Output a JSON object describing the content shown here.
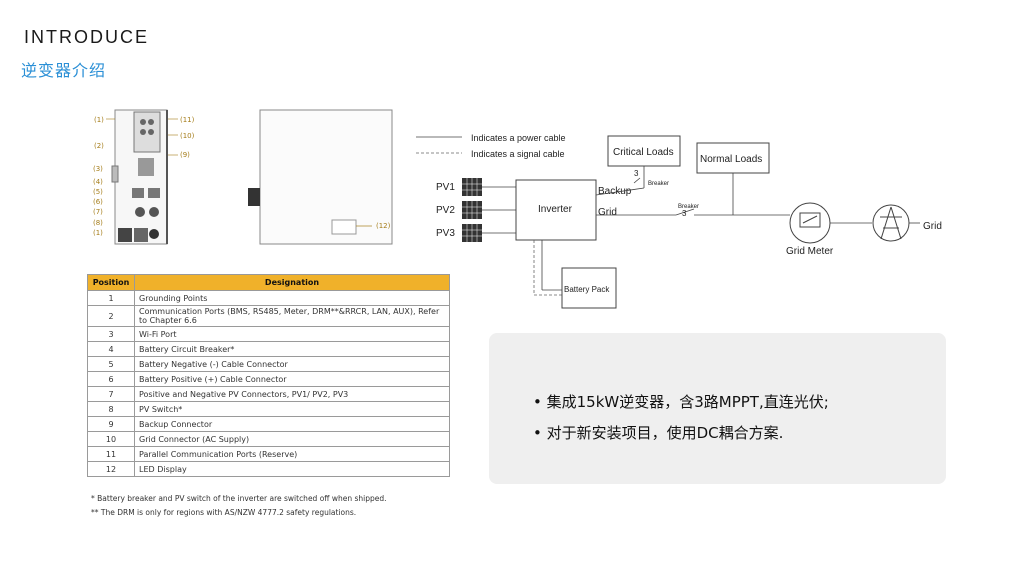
{
  "header": {
    "title_en": "INTRODUCE",
    "title_cn": "逆变器介绍"
  },
  "device_callouts": [
    "(1)",
    "(2)",
    "(3)",
    "(4)",
    "(5)",
    "(6)",
    "(7)",
    "(8)",
    "(1)",
    "(11)",
    "(10)",
    "(9)",
    "(12)"
  ],
  "table": {
    "headers": [
      "Position",
      "Designation"
    ],
    "rows": [
      [
        "1",
        "Grounding Points"
      ],
      [
        "2",
        "Communication Ports (BMS, RS485, Meter, DRM**&RRCR, LAN, AUX), Refer to Chapter 6.6"
      ],
      [
        "3",
        "Wi-Fi Port"
      ],
      [
        "4",
        "Battery Circuit Breaker*"
      ],
      [
        "5",
        "Battery Negative (-) Cable Connector"
      ],
      [
        "6",
        "Battery Positive (+) Cable Connector"
      ],
      [
        "7",
        "Positive and Negative PV Connectors, PV1/ PV2, PV3"
      ],
      [
        "8",
        "PV Switch*"
      ],
      [
        "9",
        "Backup Connector"
      ],
      [
        "10",
        "Grid Connector (AC Supply)"
      ],
      [
        "11",
        "Parallel Communication Ports (Reserve)"
      ],
      [
        "12",
        "LED Display"
      ]
    ],
    "footnotes": [
      "* Battery breaker and PV switch of the inverter are switched off when shipped.",
      "** The DRM is only for regions with AS/NZW 4777.2 safety regulations."
    ]
  },
  "diagram": {
    "legend_power": "Indicates a power cable",
    "legend_signal": "Indicates a signal cable",
    "pv1": "PV1",
    "pv2": "PV2",
    "pv3": "PV3",
    "inverter": "Inverter",
    "backup": "Backup",
    "grid_port": "Grid",
    "critical_loads": "Critical Loads",
    "normal_loads": "Normal Loads",
    "breaker1": "Breaker",
    "breaker2": "Breaker",
    "breaker_num1": "3",
    "breaker_num2": "3",
    "grid_meter": "Grid Meter",
    "grid": "Grid",
    "battery_pack": "Battery Pack"
  },
  "info": {
    "bullets": [
      "集成15kW逆变器，含3路MPPT,直连光伏;",
      "对于新安装项目，使用DC耦合方案."
    ]
  }
}
